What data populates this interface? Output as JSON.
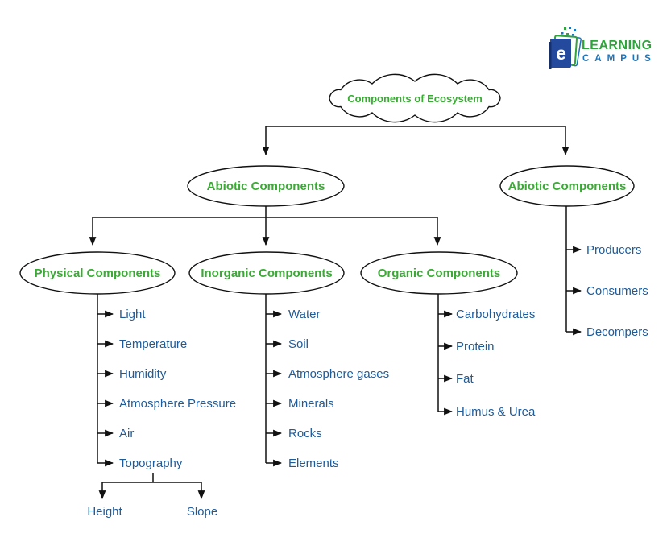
{
  "logo": {
    "brand_line1": "LEARNING",
    "brand_line2": "CAMPUS",
    "icon": "book-e-logo",
    "icon_letter": "e"
  },
  "colors": {
    "diagram_green": "#3aaa35",
    "item_blue": "#1e5b99",
    "line_black": "#111111",
    "logo_green": "#2fa43c",
    "logo_blue": "#1b75bc",
    "book_blue": "#234a9c",
    "background": "#ffffff"
  },
  "diagram": {
    "root": {
      "label": "Components of Ecosystem"
    },
    "abiotic_left": {
      "label": "Abiotic Components"
    },
    "abiotic_right": {
      "label": "Abiotic Components"
    },
    "physical": {
      "label": "Physical Components",
      "items": [
        "Light",
        "Temperature",
        "Humidity",
        "Atmosphere Pressure",
        "Air",
        "Topography"
      ]
    },
    "topography_children": [
      "Height",
      "Slope"
    ],
    "inorganic": {
      "label": "Inorganic Components",
      "items": [
        "Water",
        "Soil",
        "Atmosphere gases",
        "Minerals",
        "Rocks",
        "Elements"
      ]
    },
    "organic": {
      "label": "Organic Components",
      "items": [
        "Carbohydrates",
        "Protein",
        "Fat",
        "Humus & Urea"
      ]
    },
    "biotic_right_children": [
      "Producers",
      "Consumers",
      "Decompers"
    ]
  }
}
